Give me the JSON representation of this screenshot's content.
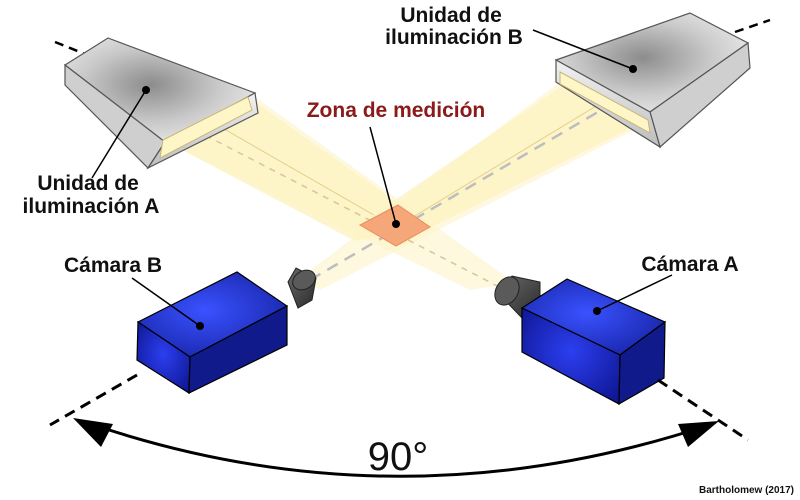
{
  "labels": {
    "illumination_a": [
      "Unidad de",
      "iluminación A"
    ],
    "illumination_b": [
      "Unidad de",
      "iluminación B"
    ],
    "measurement_zone": "Zona de medición",
    "camera_a": "Cámara A",
    "camera_b": "Cámara B",
    "angle": "90°",
    "credit": "Bartholomew (2017)"
  },
  "colors": {
    "zone_label": "#8b1a1a",
    "zone_fill": "#f5a77a",
    "light_beam": "#fdf3c4",
    "camera_body": "#1f2fc4",
    "lens": "#4a4a4a",
    "illumination_unit": "#d8d8d8"
  }
}
